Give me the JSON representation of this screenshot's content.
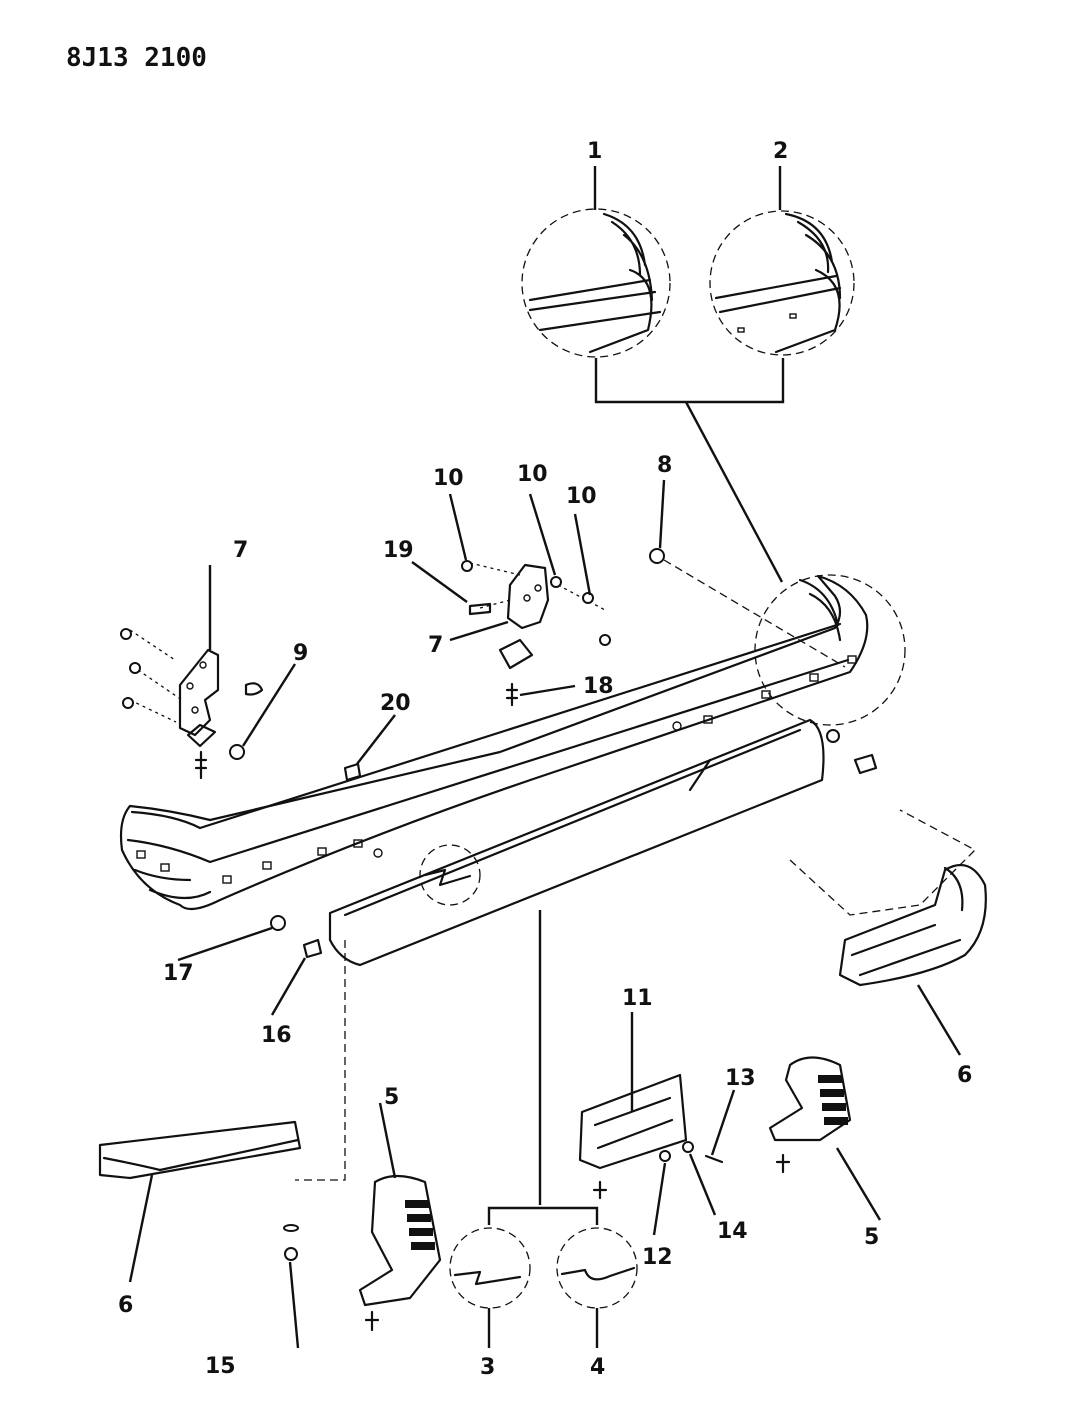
{
  "header": {
    "code": "8J13 2100"
  },
  "callouts": [
    {
      "id": "c1",
      "text": "1"
    },
    {
      "id": "c2",
      "text": "2"
    },
    {
      "id": "c3",
      "text": "3"
    },
    {
      "id": "c4",
      "text": "4"
    },
    {
      "id": "c5a",
      "text": "5"
    },
    {
      "id": "c5b",
      "text": "5"
    },
    {
      "id": "c6a",
      "text": "6"
    },
    {
      "id": "c6b",
      "text": "6"
    },
    {
      "id": "c7a",
      "text": "7"
    },
    {
      "id": "c7b",
      "text": "7"
    },
    {
      "id": "c8",
      "text": "8"
    },
    {
      "id": "c9",
      "text": "9"
    },
    {
      "id": "c10a",
      "text": "10"
    },
    {
      "id": "c10b",
      "text": "10"
    },
    {
      "id": "c10c",
      "text": "10"
    },
    {
      "id": "c11",
      "text": "11"
    },
    {
      "id": "c12",
      "text": "12"
    },
    {
      "id": "c13",
      "text": "13"
    },
    {
      "id": "c14",
      "text": "14"
    },
    {
      "id": "c15",
      "text": "15"
    },
    {
      "id": "c16",
      "text": "16"
    },
    {
      "id": "c17",
      "text": "17"
    },
    {
      "id": "c18",
      "text": "18"
    },
    {
      "id": "c19",
      "text": "19"
    },
    {
      "id": "c20",
      "text": "20"
    }
  ]
}
